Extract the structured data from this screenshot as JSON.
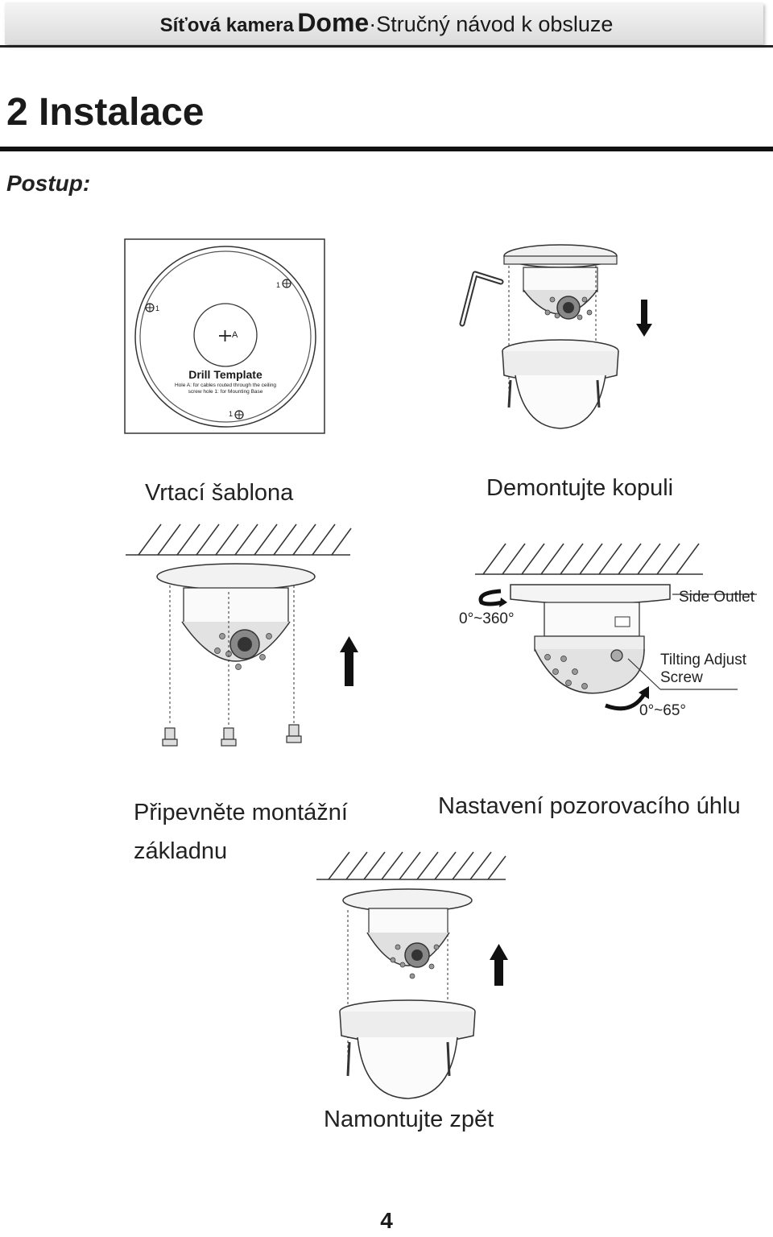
{
  "header": {
    "title_part1": "Síťová kamera",
    "title_part2": "Dome",
    "title_separator": "·",
    "title_part3": "Stručný návod k obsluze"
  },
  "section": {
    "title": "2 Instalace",
    "procedure_label": "Postup:"
  },
  "drill_template": {
    "title": "Drill Template",
    "note_line1": "Hole A: for cables routed through the ceiling",
    "note_line2": "screw hole 1: for Mounting Base",
    "hole_a_label": "A",
    "screw_hole_label": "1"
  },
  "steps": {
    "drill_template": "Vrtací šablona",
    "remove_dome": "Demontujte kopuli",
    "mount_base": "Připevněte montážní základnu",
    "adjust_angle": "Nastavení pozorovacího úhlu",
    "remount": "Namontujte zpět"
  },
  "angle_labels": {
    "pan": "0°~360°",
    "side_outlet": "Side Outlet",
    "tilt_screw": "Tilting Adjust Screw",
    "tilt": "0°~65°"
  },
  "page_number": "4"
}
